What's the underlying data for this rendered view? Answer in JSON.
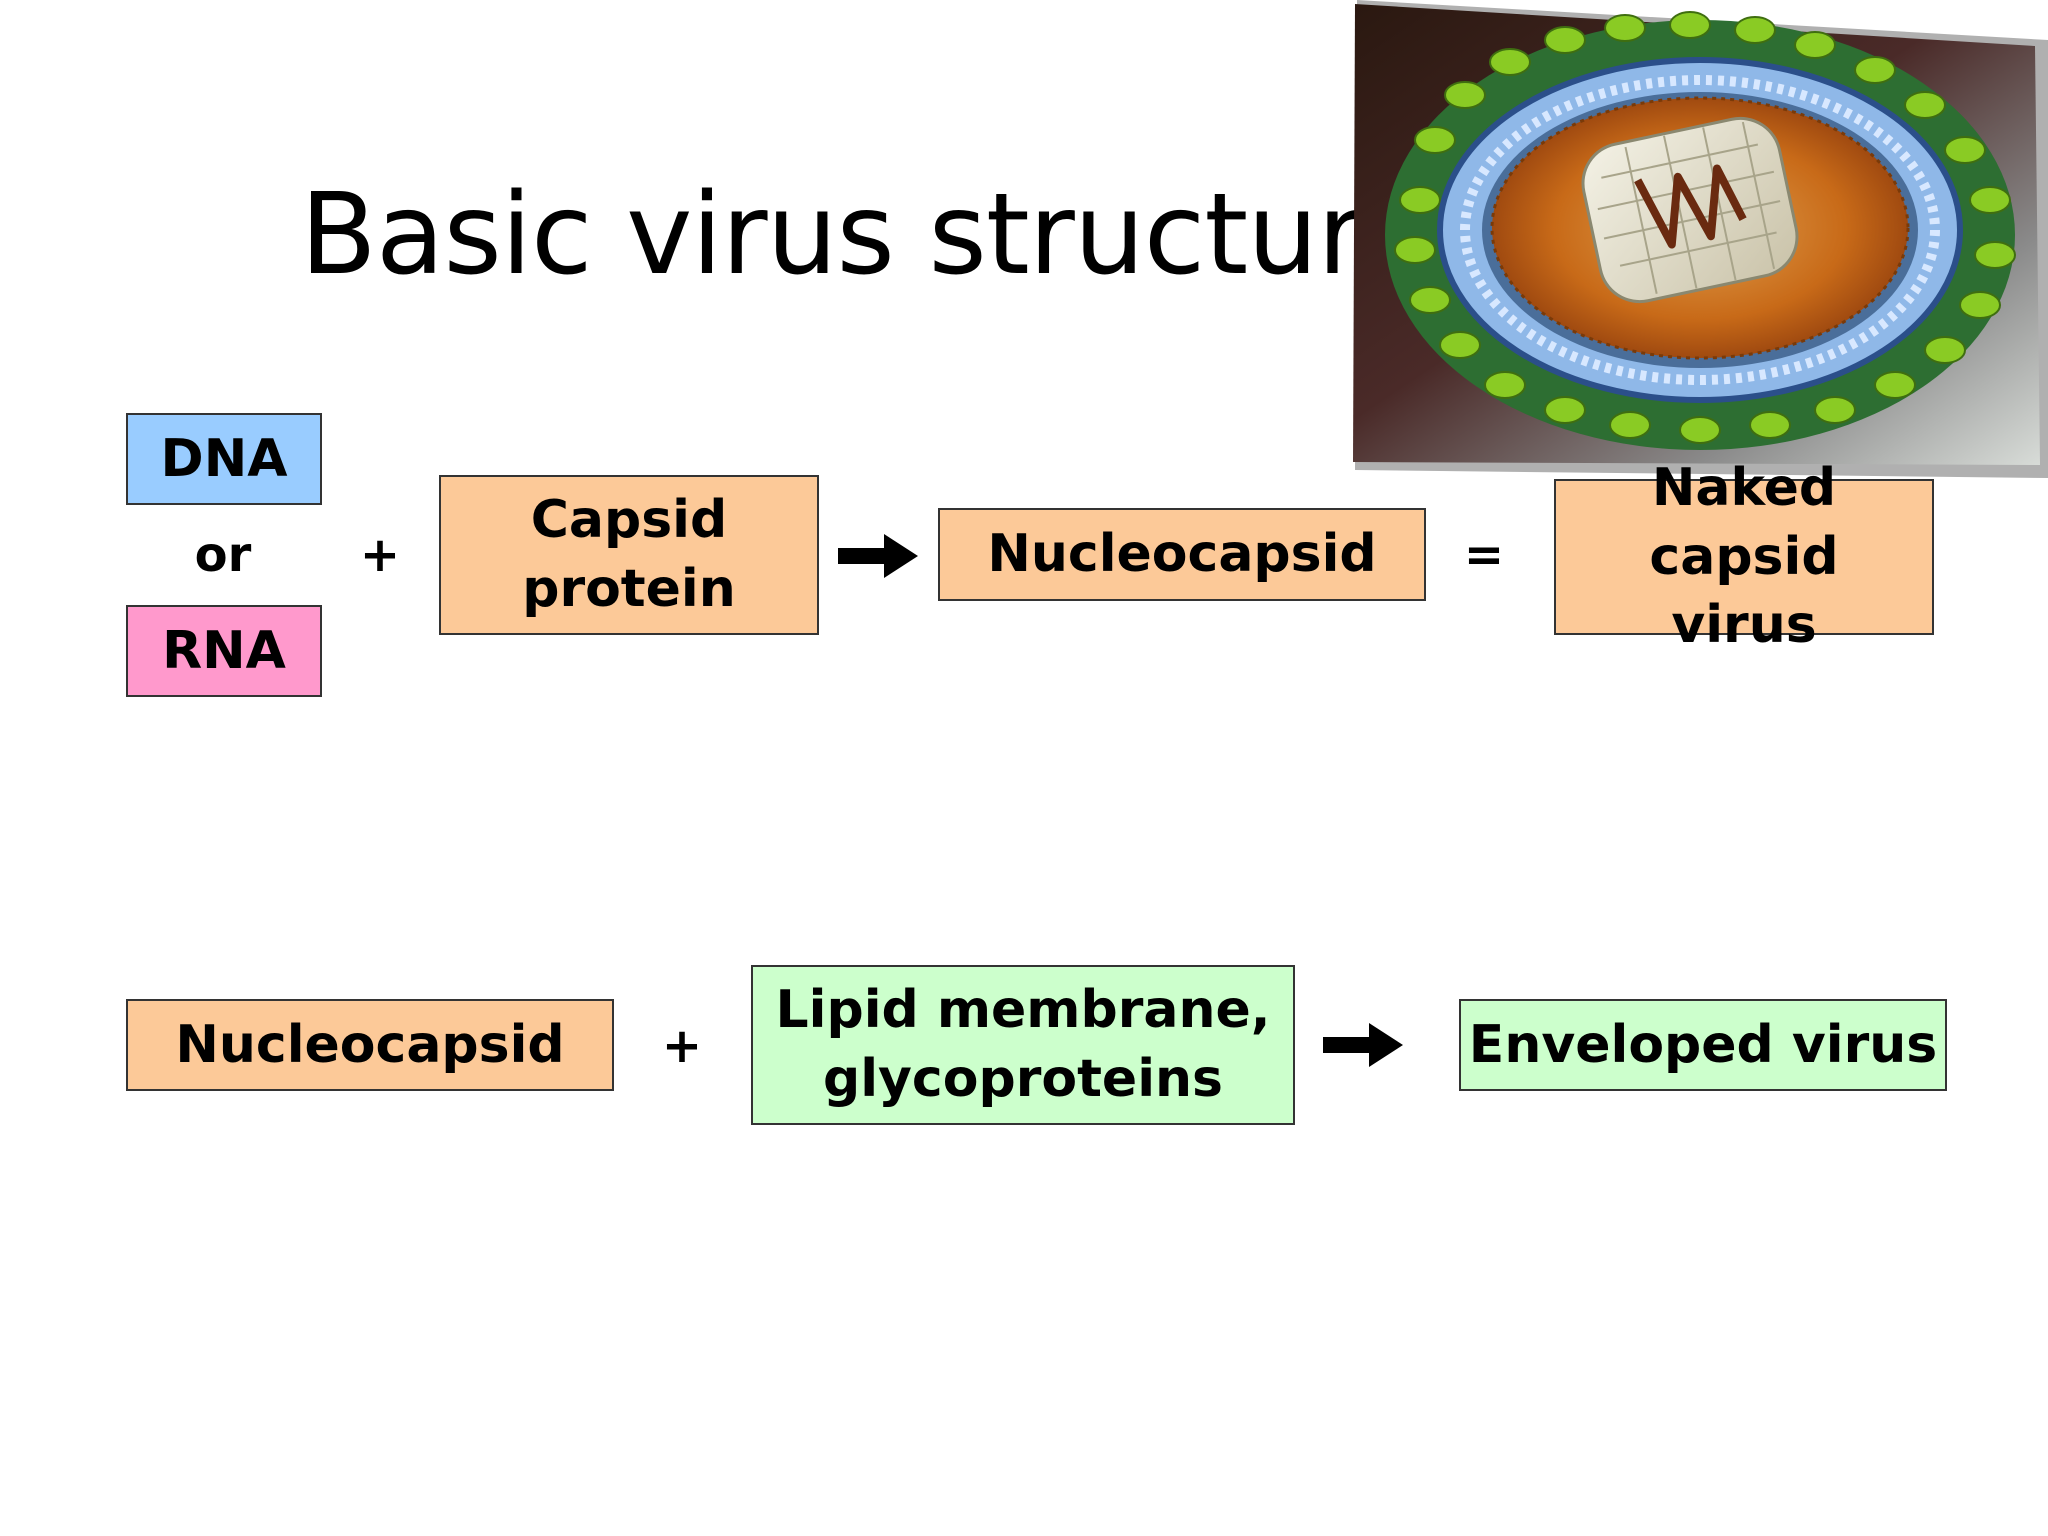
{
  "title": "Basic virus structure",
  "row1": {
    "dna": "DNA",
    "or": "or",
    "rna": "RNA",
    "plus": "+",
    "capsid_protein": "Capsid\nprotein",
    "nucleocapsid": "Nucleocapsid",
    "equals": "=",
    "naked_capsid_virus": "Naked capsid\nvirus"
  },
  "row2": {
    "nucleocapsid": "Nucleocapsid",
    "plus": "+",
    "lipid_membrane": "Lipid membrane,\nglycoproteins",
    "enveloped_virus": "Enveloped virus"
  },
  "colors": {
    "dna_box": "#99ccff",
    "rna_box": "#ff99cc",
    "orange_box": "#fcc998",
    "green_box": "#ccffcc",
    "arrow": "#000000"
  },
  "figure": {
    "icon": "enveloped-virus-illustration"
  }
}
